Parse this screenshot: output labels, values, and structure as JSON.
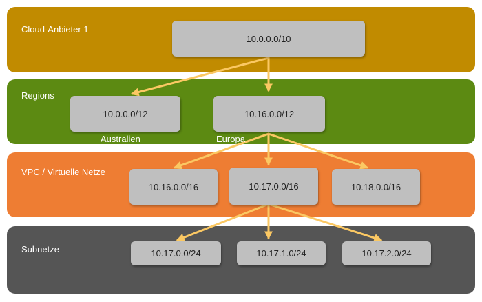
{
  "colors": {
    "provider": "#c18b00",
    "regions": "#5c8a12",
    "vpc": "#ee7d33",
    "subnets": "#555555",
    "node": "#bfbfbf",
    "arrow": "#fbc863"
  },
  "bands": {
    "provider": "Cloud-Anbieter 1",
    "regions": "Regions",
    "vpc": "VPC / Virtuelle Netze",
    "subnets": "Subnetze"
  },
  "nodes": {
    "provider_cidr": "10.0.0.0/10",
    "region_australia": "10.0.0.0/12",
    "region_europe": "10.16.0.0/12",
    "vpc_1": "10.16.0.0/16",
    "vpc_2": "10.17.0.0/16",
    "vpc_3": "10.18.0.0/16",
    "subnet_1": "10.17.0.0/24",
    "subnet_2": "10.17.1.0/24",
    "subnet_3": "10.17.2.0/24"
  },
  "region_names": {
    "australia": "Australien",
    "europe": "Europa"
  }
}
